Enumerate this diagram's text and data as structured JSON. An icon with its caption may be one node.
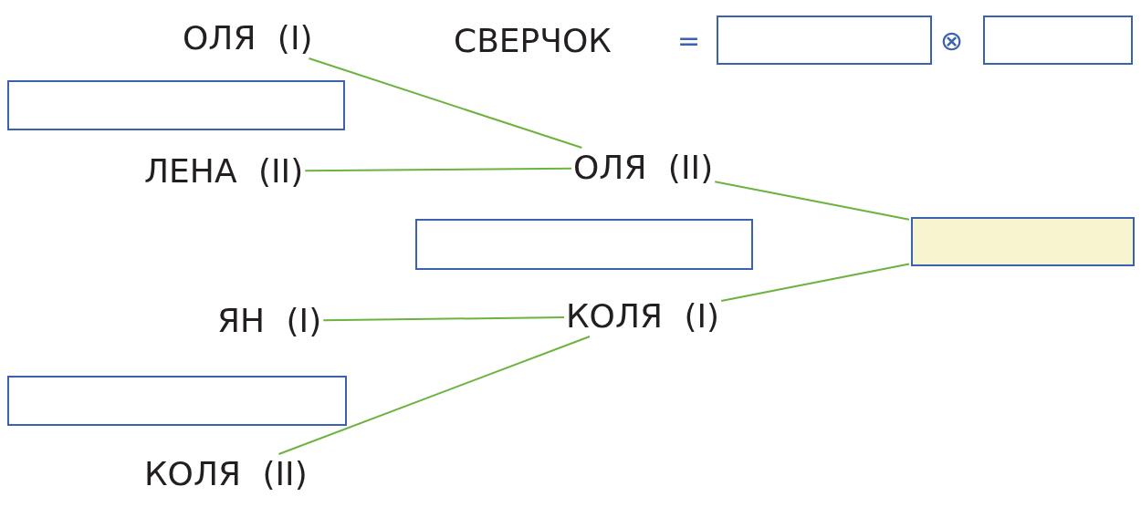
{
  "diagram": {
    "nodes": [
      {
        "text": [
          "ОЛЯ (I)"
        ]
      },
      {
        "text": [],
        "shape": "box"
      },
      {
        "text": [],
        "shape": "box"
      },
      {
        "text": [],
        "shape": "box"
      },
      {
        "text": [
          "ЛЕНА (II)"
        ]
      },
      {
        "text": [
          "ОЛЯ (II)"
        ]
      },
      {
        "text": [],
        "shape": "box"
      },
      {
        "text": [],
        "shape": "box"
      },
      {
        "text": [
          "ЯН (I)"
        ]
      },
      {
        "text": [
          "КОЛЯ (I)"
        ]
      },
      {
        "text": [],
        "shape": "box"
      },
      {
        "text": [
          "КОЛЯ (II)"
        ]
      }
    ],
    "edges": [
      {
        "from": 0,
        "to": 5,
        "arrow": "none"
      },
      {
        "from": 4,
        "to": 5,
        "arrow": "none"
      },
      {
        "from": 5,
        "to": 6,
        "arrow": "none"
      },
      {
        "from": 8,
        "to": 9,
        "arrow": "none"
      },
      {
        "from": 11,
        "to": 9,
        "arrow": "none"
      },
      {
        "from": 9,
        "to": 6,
        "arrow": "none"
      }
    ],
    "labels": [
      "СВЕРЧОК",
      "=",
      "⊗"
    ]
  }
}
